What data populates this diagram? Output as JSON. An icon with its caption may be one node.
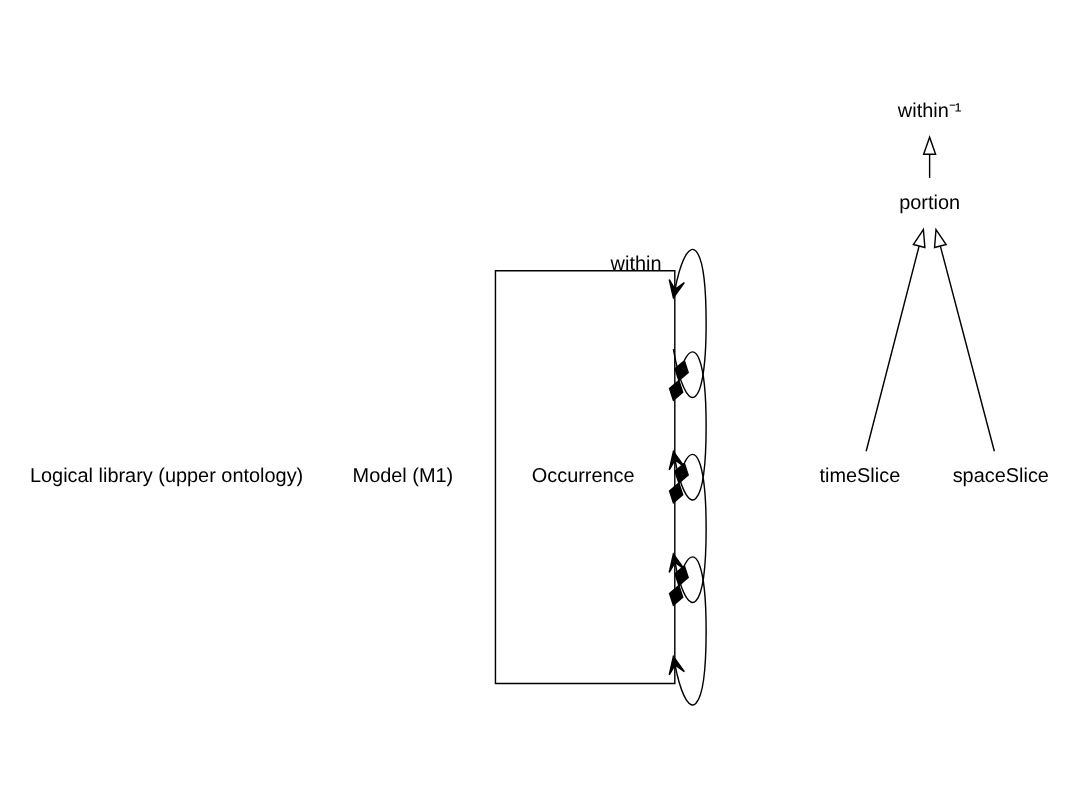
{
  "diagram": {
    "nodes": [
      {
        "text": [
          "Occurrence"
        ]
      },
      {
        "text": [
          "within⁻¹"
        ]
      },
      {
        "text": [
          "portion"
        ]
      },
      {
        "text": [
          "timeSlice"
        ]
      },
      {
        "text": [
          "spaceSlice"
        ]
      }
    ],
    "edges": [
      {
        "from": 0,
        "to": 0,
        "arrow": "to",
        "label": "within"
      },
      {
        "from": 0,
        "to": 0,
        "arrow": "to"
      },
      {
        "from": 0,
        "to": 0,
        "arrow": "to"
      },
      {
        "from": 0,
        "to": 0,
        "arrow": "to"
      },
      {
        "from": 3,
        "to": 2,
        "arrow": "to"
      },
      {
        "from": 2,
        "to": 1,
        "arrow": "to"
      },
      {
        "from": 4,
        "to": 2,
        "arrow": "to"
      }
    ],
    "labels": [
      "Model (M1)",
      "Logical library (upper ontology)"
    ]
  }
}
